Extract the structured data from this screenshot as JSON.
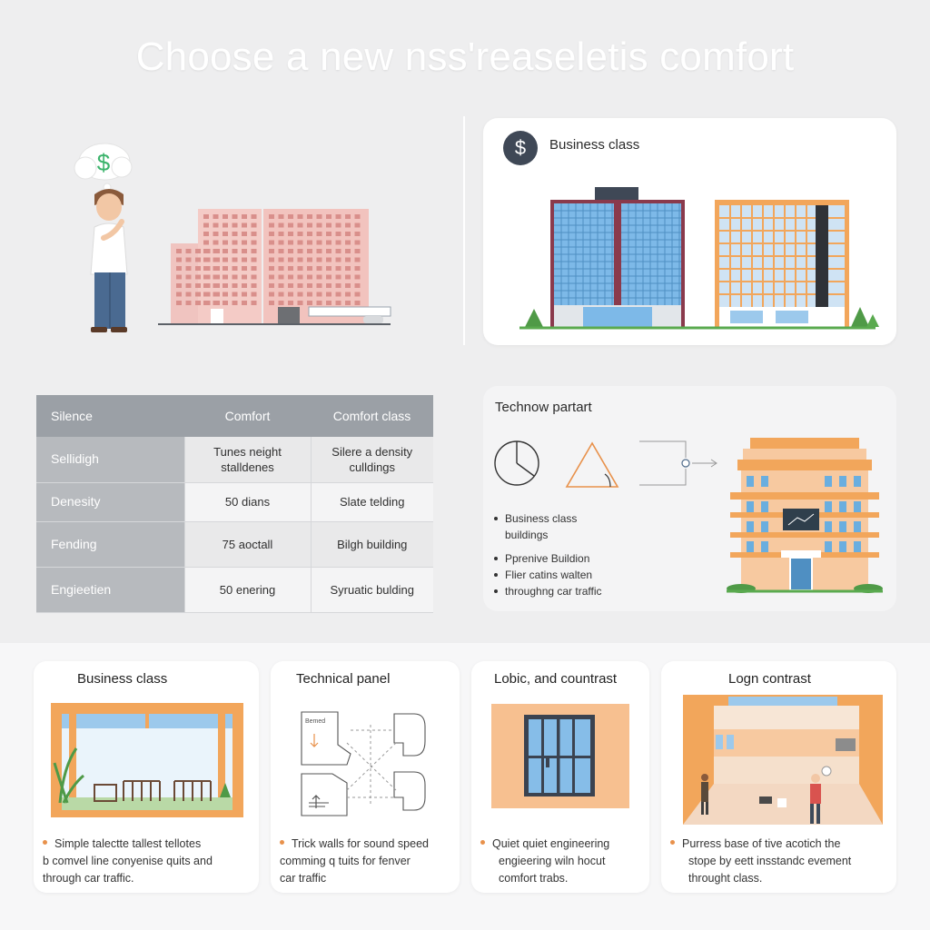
{
  "title": "Choose a new nss'reaseletis comfort",
  "colors": {
    "accent": "#e8914b",
    "table_header": "#9ba0a6",
    "navy": "#3f4856",
    "glass": "#7db9e8",
    "money": "#3bb36b"
  },
  "hero": {
    "thought_icon": "dollar-thought-bubble-icon",
    "person": "thinking-person"
  },
  "business_card": {
    "title": "Business class",
    "icon_symbol": "$"
  },
  "table": {
    "headers": [
      "Silence",
      "Comfort",
      "Comfort class"
    ],
    "rows": [
      {
        "label": "Sellidigh",
        "c1": [
          "Tunes neight",
          "stalldenes"
        ],
        "c2": [
          "Silere a density",
          "culldings"
        ]
      },
      {
        "label": "Denesity",
        "c1": [
          "50 dians"
        ],
        "c2": [
          "Slate telding"
        ]
      },
      {
        "label": "Fending",
        "c1": [
          "75 aoctall"
        ],
        "c2": [
          "Bilgh building"
        ]
      },
      {
        "label": "Engieetien",
        "c1": [
          "50 enering"
        ],
        "c2": [
          "Syruatic bulding"
        ]
      }
    ]
  },
  "technow": {
    "title": "Technow partart",
    "bullets": [
      [
        "Business class",
        "buildings"
      ],
      [
        "Pprenive Buildion"
      ],
      [
        "Flier catins walten"
      ],
      [
        "throughng car traffic"
      ]
    ]
  },
  "bottom_cards": [
    {
      "title": "Business class",
      "desc": [
        "Simple talectte tallest tellotes",
        "b comvel line conyenise quits and",
        "through car traffic."
      ]
    },
    {
      "title": "Technical panel",
      "desc": [
        "Trick walls for sound speed",
        "comming q tuits for fenver",
        "car traffic"
      ],
      "diagram_label": "Bemed"
    },
    {
      "title": "Lobic, and countrast",
      "desc": [
        "Quiet quiet engineering",
        "engieering  wiln hocut",
        "comfort trabs."
      ]
    },
    {
      "title": "Logn contrast",
      "desc": [
        "Purress base of tive acotich the",
        "stope by eett insstandc evement",
        "throught class."
      ]
    }
  ]
}
